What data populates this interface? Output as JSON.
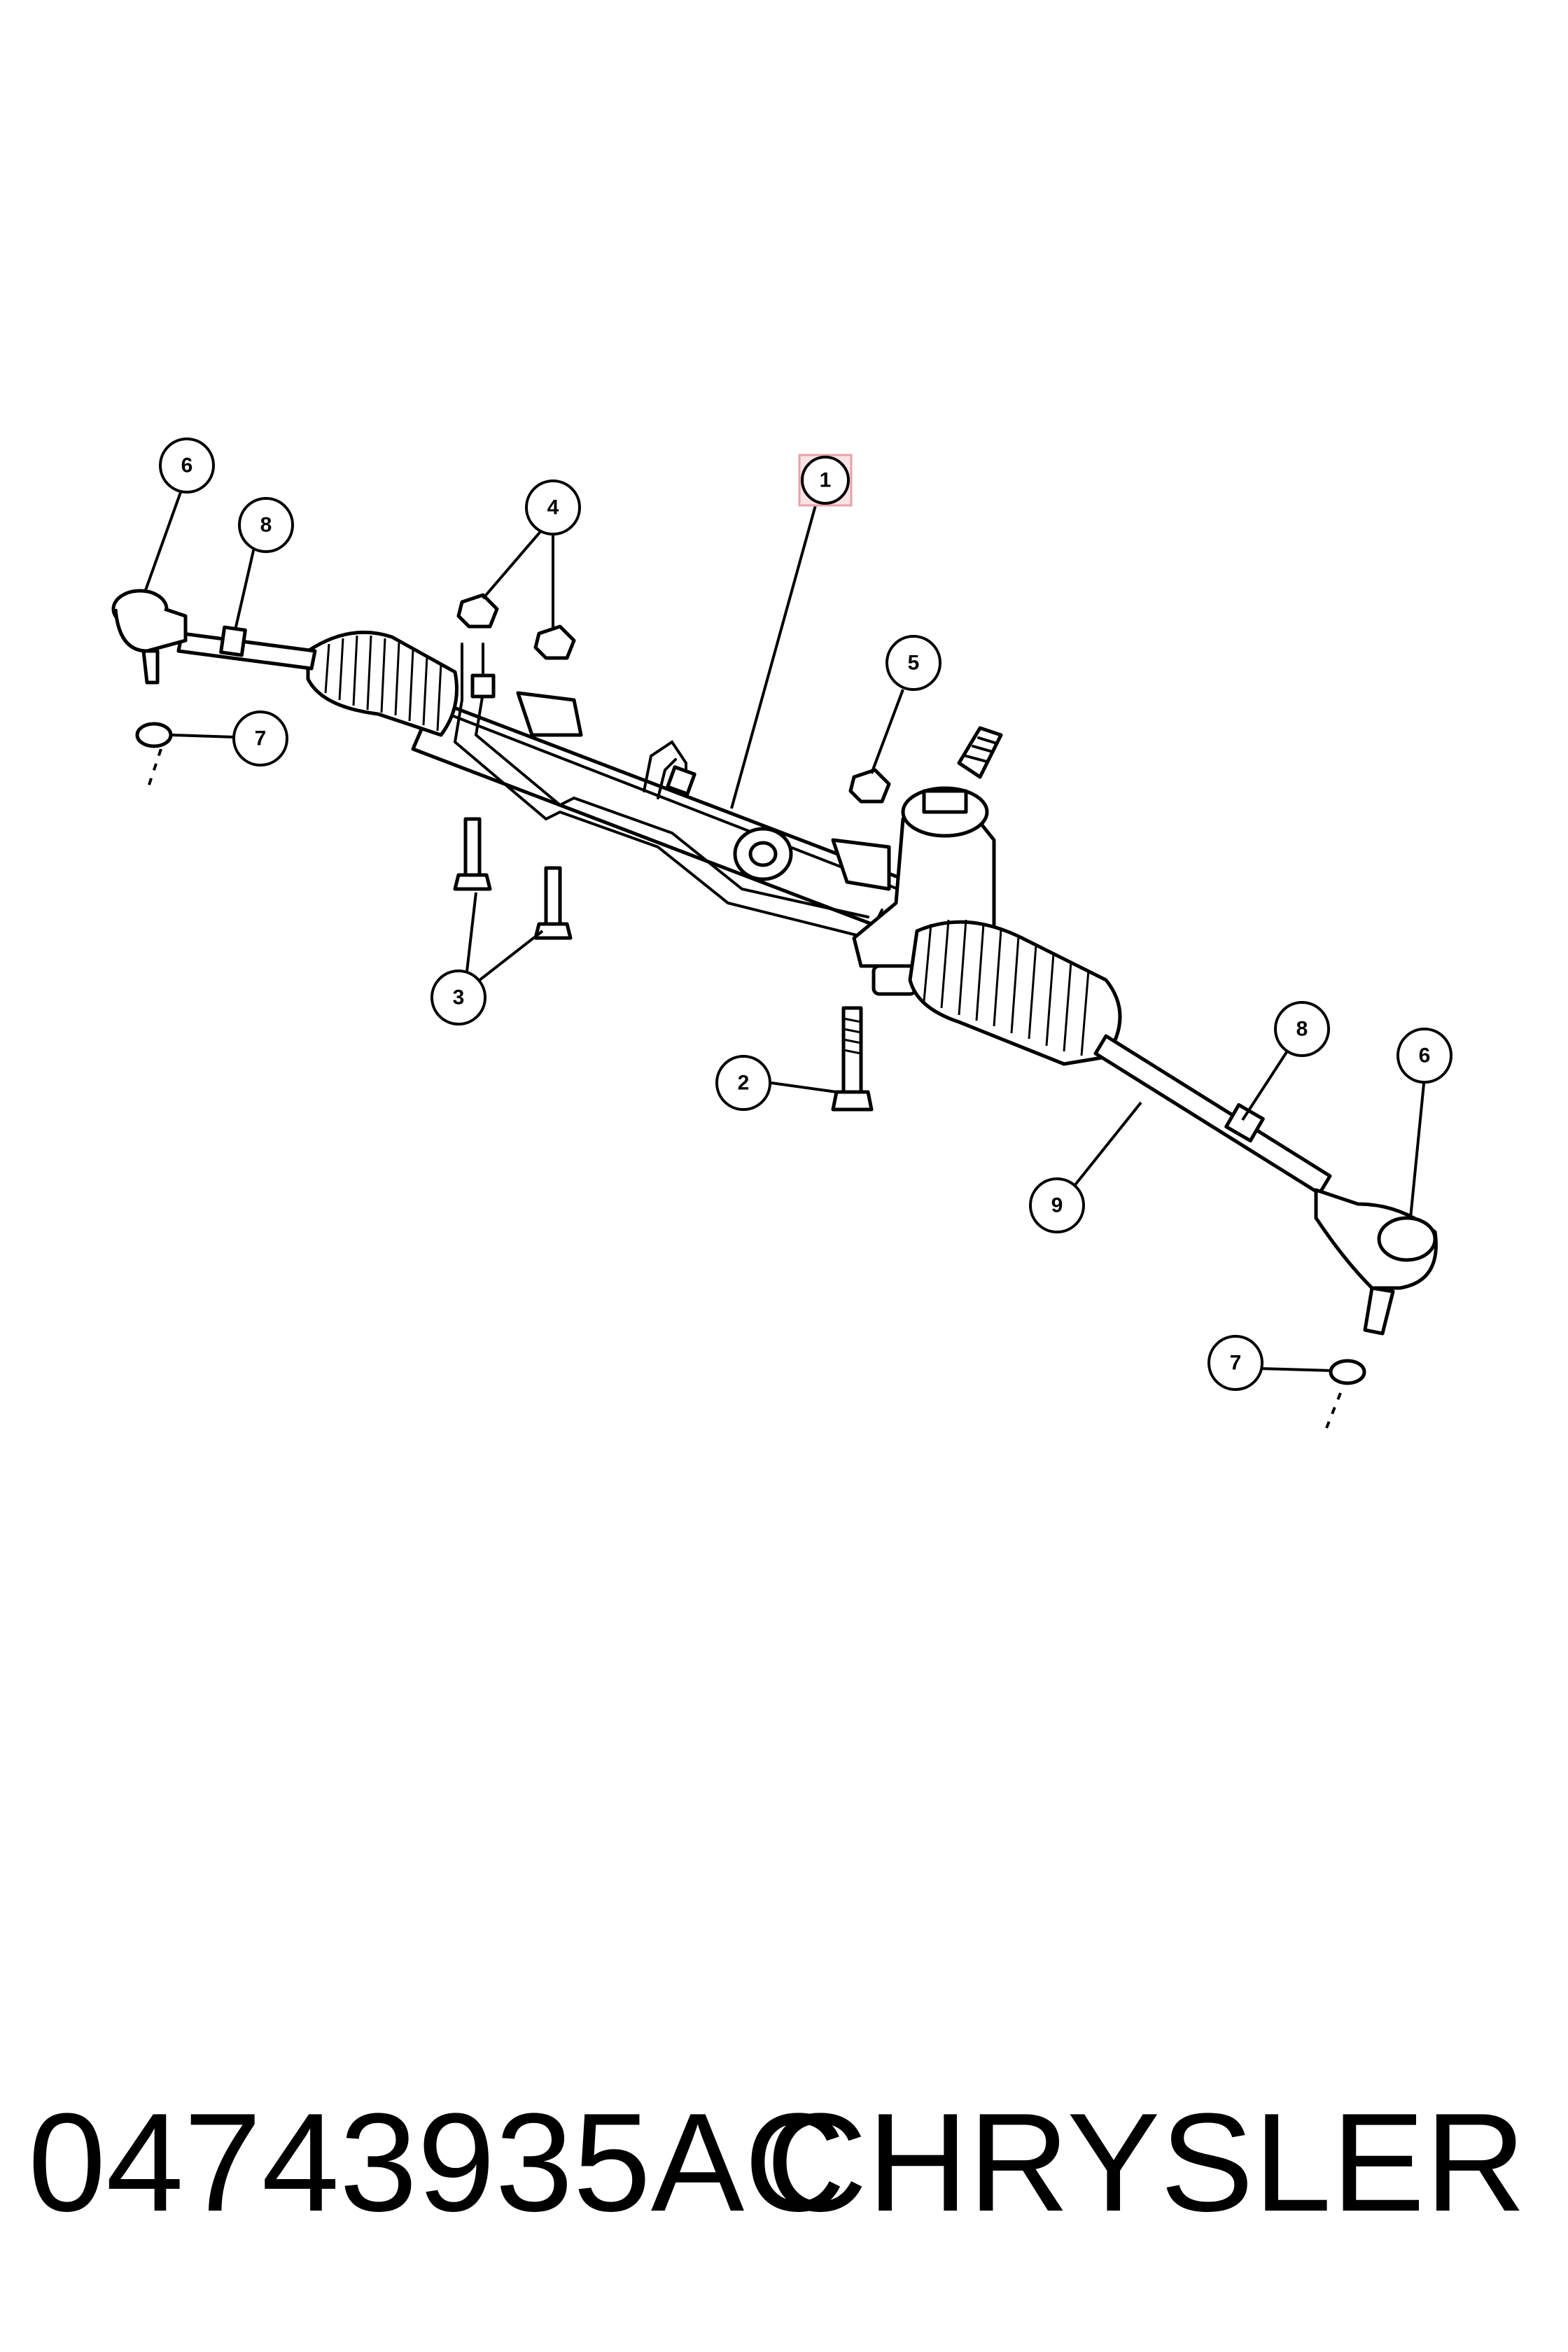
{
  "callouts": {
    "c1": "1",
    "c2": "2",
    "c3": "3",
    "c4": "4",
    "c5": "5",
    "c6a": "6",
    "c6b": "6",
    "c7a": "7",
    "c7b": "7",
    "c8a": "8",
    "c8b": "8",
    "c9": "9"
  },
  "highlight_color": "#e8a2a8",
  "footer": {
    "part_number": "04743935AC",
    "brand": "CHRYSLER"
  }
}
